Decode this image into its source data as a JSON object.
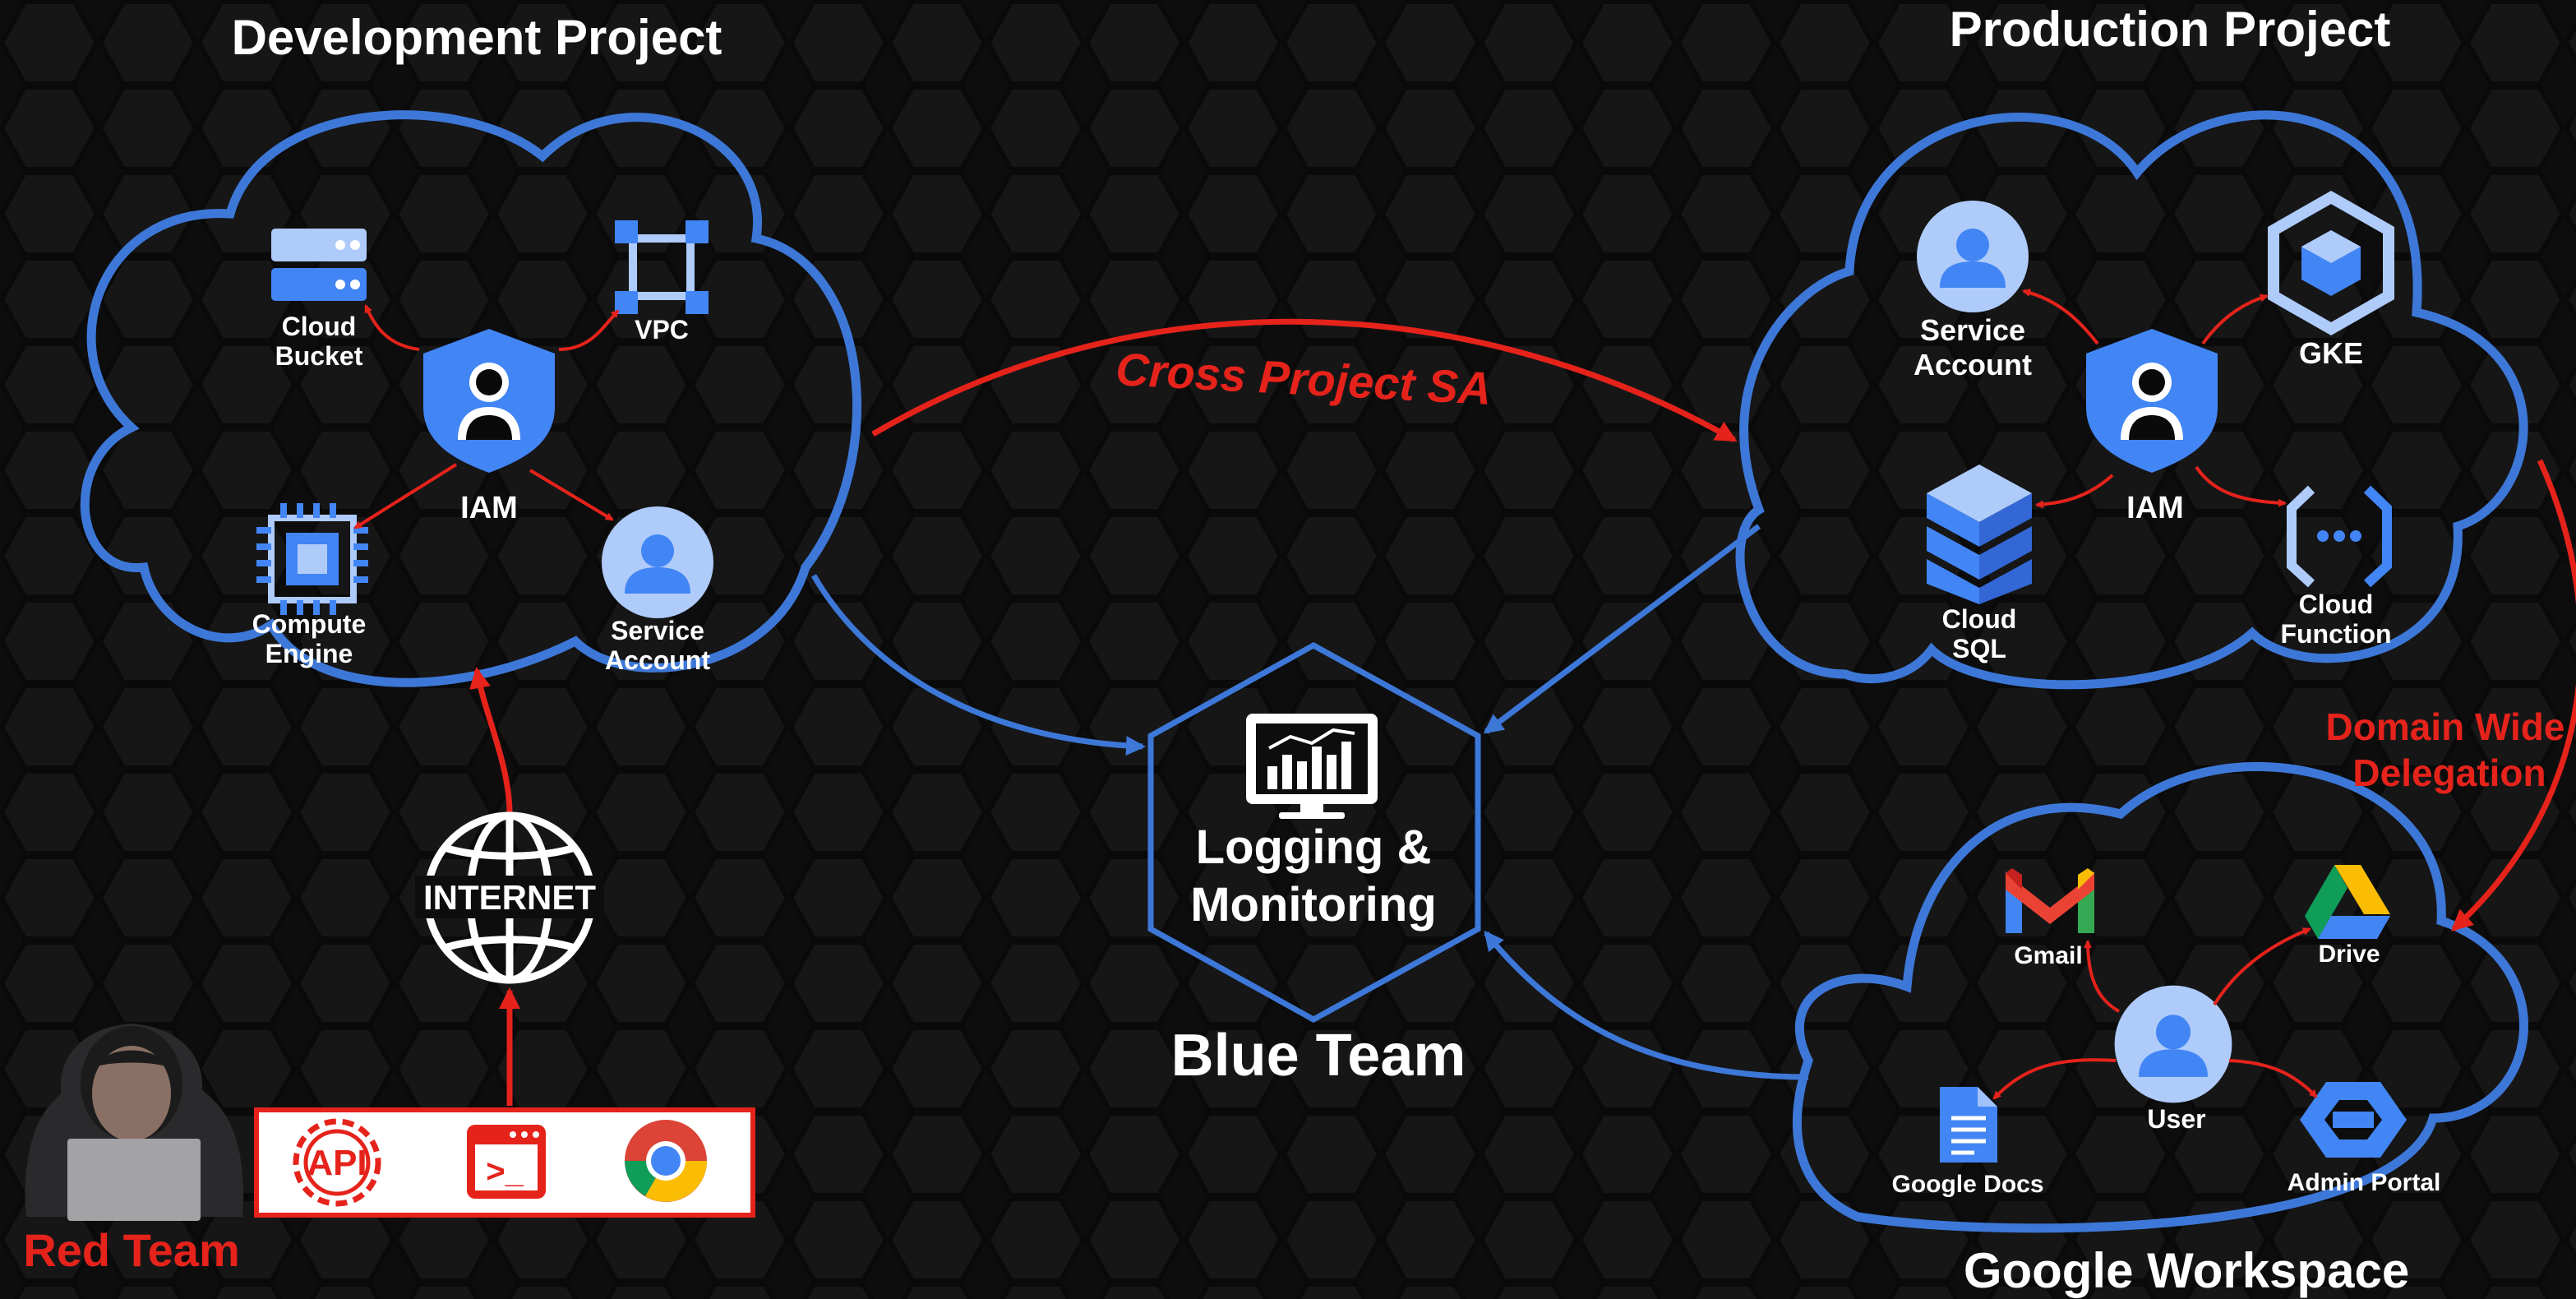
{
  "colors": {
    "background": "#0d0d0e",
    "cloud_stroke": "#3d78d8",
    "blue_arrow": "#3d78d8",
    "red_arrow": "#e5231b",
    "text": "#ffffff",
    "red_text": "#e5231b",
    "gcp_blue": "#4285f4",
    "gcp_light": "#aecbfa"
  },
  "dev": {
    "title": "Development Project",
    "bucket_line1": "Cloud",
    "bucket_line2": "Bucket",
    "vpc": "VPC",
    "iam": "IAM",
    "compute_line1": "Compute",
    "compute_line2": "Engine",
    "sa_line1": "Service",
    "sa_line2": "Account"
  },
  "prod": {
    "title": "Production Project",
    "sa_line1": "Service",
    "sa_line2": "Account",
    "gke": "GKE",
    "iam": "IAM",
    "sql_line1": "Cloud",
    "sql_line2": "SQL",
    "fn_line1": "Cloud",
    "fn_line2": "Function"
  },
  "cross_project": "Cross Project SA",
  "dwd_line1": "Domain Wide",
  "dwd_line2": "Delegation",
  "center": {
    "line1": "Logging &",
    "line2": "Monitoring",
    "team": "Blue Team"
  },
  "workspace": {
    "title": "Google Workspace",
    "gmail": "Gmail",
    "drive": "Drive",
    "user": "User",
    "docs": "Google Docs",
    "admin": "Admin Portal"
  },
  "internet": "INTERNET",
  "red_team": "Red Team",
  "tools": {
    "api": "API",
    "terminal": ">_"
  }
}
